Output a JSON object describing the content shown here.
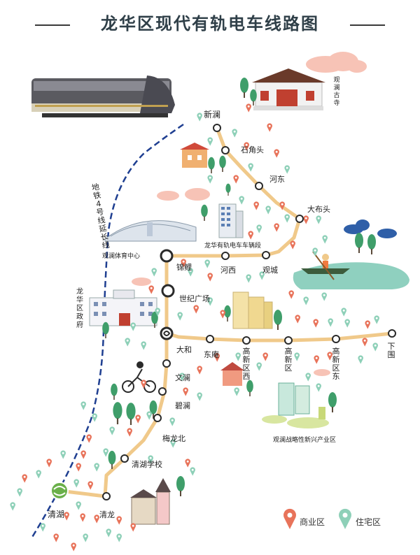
{
  "title": "龙华区现代有轨电车线路图",
  "metro": {
    "label": "地铁4号线延长线"
  },
  "landmarks": {
    "temple": "观澜古寺",
    "depot": "龙华有轨电车车辆段",
    "stadium": "观澜体育中心",
    "gov": "龙华区政府",
    "industry": "观澜战略性新兴产业区"
  },
  "stations": {
    "xinlan": "新澜",
    "shijiaotou": "石角头",
    "hedong": "河东",
    "dabutou": "大布头",
    "guancheng": "观城",
    "hexi": "河西",
    "jinli": "锦鲤",
    "shijiguangchang": "世纪广场",
    "dahe": "大和",
    "dongan": "东庵",
    "gaoxinquxi": "高新区西",
    "gaoxinqu": "高新区",
    "gaoxinqudong": "高新区东",
    "xiawei": "下围",
    "wenlan": "文澜",
    "bilan": "碧澜",
    "meilongbei": "梅龙北",
    "qinghuxuexiao": "清湖学校",
    "qinglong": "清龙",
    "qinghu": "清湖"
  },
  "legend": {
    "commercial": "商业区",
    "residential": "住宅区"
  },
  "colors": {
    "tram": "#f0c98a",
    "metro": "#1f3f91",
    "commercial": "#e8735a",
    "residential": "#8ed0b8",
    "tree": "#3f9e6a",
    "lake": "#8fd0bf",
    "cloud": "#f7c3b6",
    "title": "#2f3f48"
  }
}
